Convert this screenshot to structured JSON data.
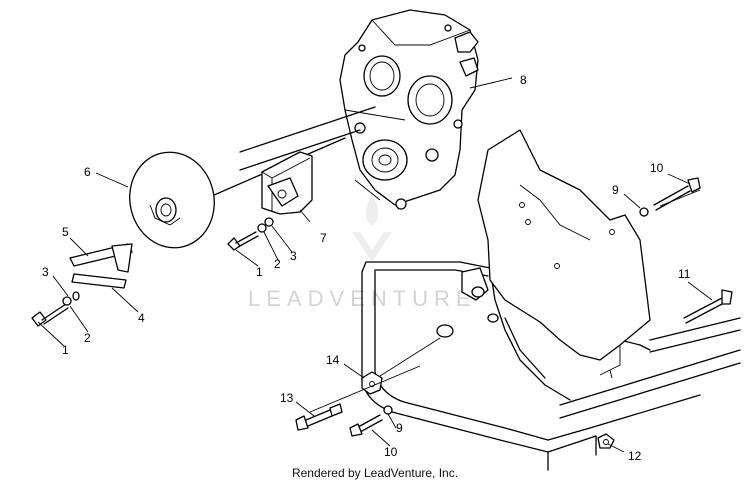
{
  "watermark": "LEADVENTURE",
  "footer": "Rendered by LeadVenture, Inc.",
  "callouts": [
    {
      "id": "c8",
      "label": "8"
    },
    {
      "id": "c6",
      "label": "6"
    },
    {
      "id": "c7",
      "label": "7"
    },
    {
      "id": "c5",
      "label": "5"
    },
    {
      "id": "c3a",
      "label": "3"
    },
    {
      "id": "c4",
      "label": "4"
    },
    {
      "id": "c2a",
      "label": "2"
    },
    {
      "id": "c1a",
      "label": "1"
    },
    {
      "id": "c1b",
      "label": "1"
    },
    {
      "id": "c2b",
      "label": "2"
    },
    {
      "id": "c3b",
      "label": "3"
    },
    {
      "id": "c10a",
      "label": "10"
    },
    {
      "id": "c9a",
      "label": "9"
    },
    {
      "id": "c11",
      "label": "11"
    },
    {
      "id": "c14",
      "label": "14"
    },
    {
      "id": "c13",
      "label": "13"
    },
    {
      "id": "c9b",
      "label": "9"
    },
    {
      "id": "c10b",
      "label": "10"
    },
    {
      "id": "c12",
      "label": "12"
    }
  ]
}
